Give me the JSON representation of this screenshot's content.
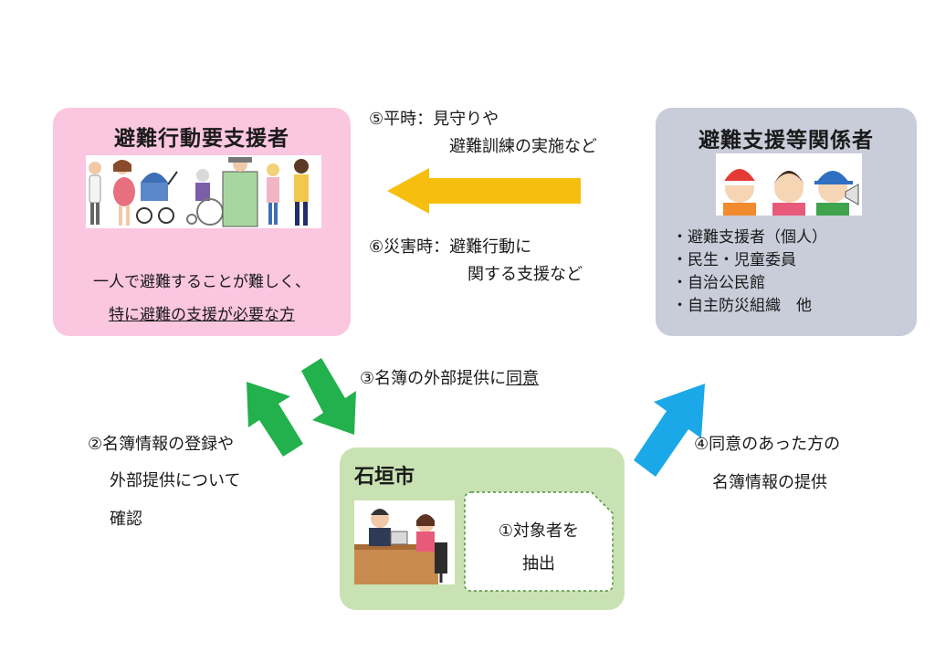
{
  "support_box": {
    "title": "避難行動要支援者",
    "line1": "一人で避難することが難しく、",
    "line2": "特に避難の支援が必要な方"
  },
  "related_box": {
    "title": "避難支援等関係者",
    "items": [
      "・避難支援者（個人）",
      "・民生・児童委員",
      "・自治公民館",
      "・自主防災組織　他"
    ]
  },
  "city_box": {
    "title": "石垣市",
    "note_line1": "①対象者を",
    "note_line2": "抽出"
  },
  "flows": {
    "step5_line1": "⑤平時：見守りや",
    "step5_line2": "避難訓練の実施など",
    "step6_line1": "⑥災害時：避難行動に",
    "step6_line2": "関する支援など",
    "step3_prefix": "③名簿の外部提供に",
    "step3_underlined": "同意",
    "step2_line1": "②名簿情報の登録や",
    "step2_line2": "外部提供について",
    "step2_line3": "確認",
    "step4_line1": "④同意のあった方の",
    "step4_line2": "名簿情報の提供"
  },
  "colors": {
    "support_box": "#fbc6e0",
    "related_box": "#c9ccd9",
    "city_box": "#c9e2b3",
    "arrow_yellow": "#f6bf0f",
    "arrow_green": "#22b14c",
    "arrow_blue": "#1aa8e8"
  }
}
